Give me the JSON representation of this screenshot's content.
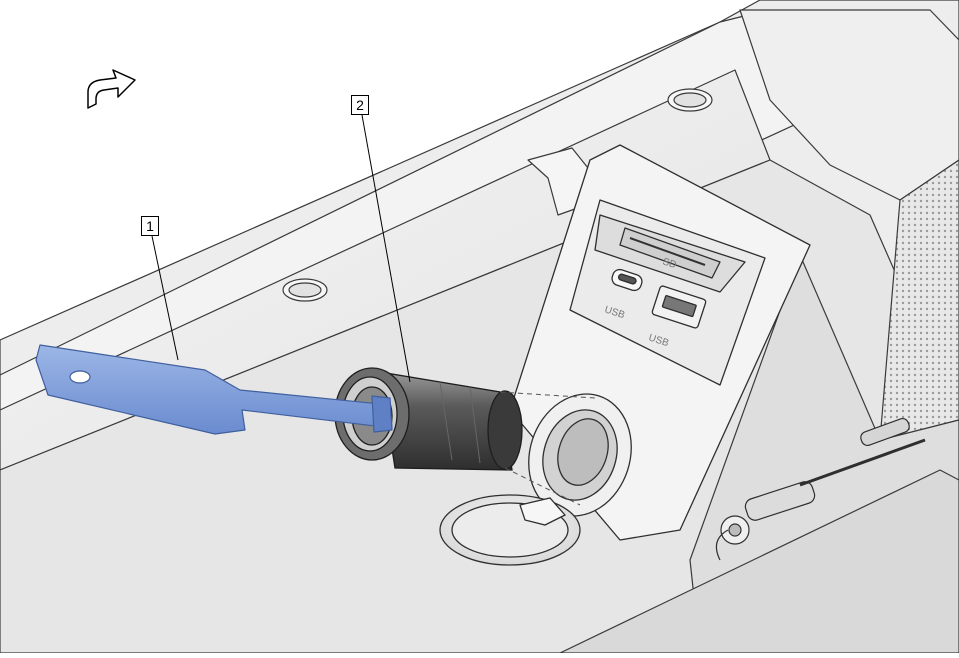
{
  "callouts": [
    {
      "id": "1",
      "label": "1",
      "part": "removal-tool"
    },
    {
      "id": "2",
      "label": "2",
      "part": "power-outlet-housing"
    }
  ],
  "port_labels": {
    "card_slot": "SD",
    "usb_c": "USB",
    "usb_a": "USB"
  },
  "colors": {
    "tool": "#7b9bd8",
    "tool_edge": "#4e6fb0",
    "line": "#1a1a1a",
    "panel_light": "#f2f2f2",
    "panel_mid": "#e3e3e3",
    "panel_dark": "#c8c8c8",
    "socket_dark": "#444444"
  },
  "icons": {
    "direction_arrow": "forward-arrow-icon"
  }
}
